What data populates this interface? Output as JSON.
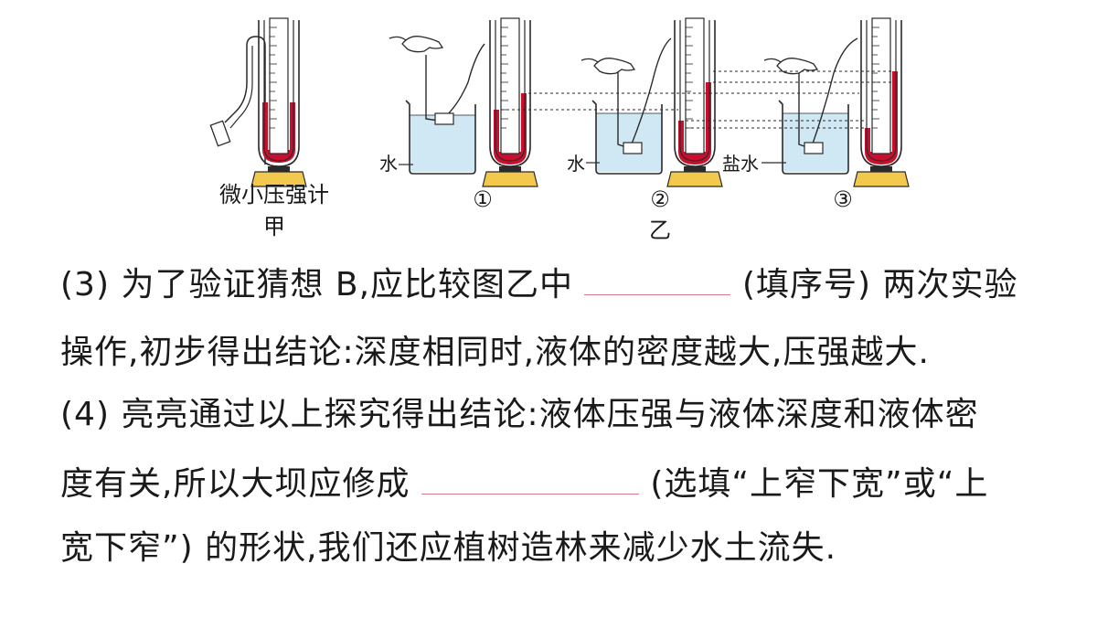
{
  "figure": {
    "gauge_label": "微小压强计",
    "jia_label": "甲",
    "yi_label": "乙",
    "liquid_labels": [
      "水",
      "水",
      "盐水"
    ],
    "experiment_numbers": [
      "①",
      "②",
      "③"
    ],
    "colors": {
      "liquid": "#cfe8f3",
      "gauge_fluid": "#c8102e",
      "base": "#f2c94c",
      "line": "#2a2a2a"
    }
  },
  "question": {
    "q3_part1": "(3) 为了验证猜想 B,应比较图乙中",
    "q3_part2": "(填序号) 两次实验",
    "q3_line2": "操作,初步得出结论:深度相同时,液体的密度越大,压强越大.",
    "q4_line1": "(4) 亮亮通过以上探究得出结论:液体压强与液体深度和液体密",
    "q4_part1": "度有关,所以大坝应修成",
    "q4_part2": "(选填“上窄下宽”或“上",
    "q4_line3": "宽下窄”) 的形状,我们还应植树造林来减少水土流失."
  }
}
